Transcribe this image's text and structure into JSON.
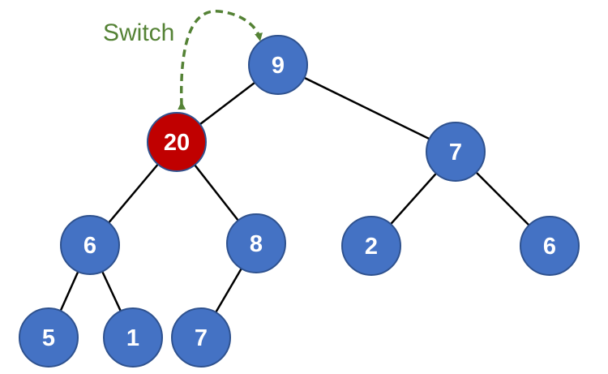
{
  "annotation": {
    "label": "Switch"
  },
  "colors": {
    "node_fill": "#4472c4",
    "highlight_fill": "#c00000",
    "annotation": "#548235"
  },
  "tree": {
    "root": "9",
    "children_of_root": [
      "20",
      "7"
    ],
    "children_of_20": [
      "6",
      "8"
    ],
    "children_of_7": [
      "2",
      "6"
    ],
    "children_of_6": [
      "5",
      "1"
    ],
    "children_of_8": [
      "7"
    ],
    "highlighted_node": "20"
  },
  "nodes": [
    {
      "label": "9"
    },
    {
      "label": "20"
    },
    {
      "label": "7"
    },
    {
      "label": "6"
    },
    {
      "label": "8"
    },
    {
      "label": "2"
    },
    {
      "label": "6"
    },
    {
      "label": "5"
    },
    {
      "label": "1"
    },
    {
      "label": "7"
    }
  ]
}
